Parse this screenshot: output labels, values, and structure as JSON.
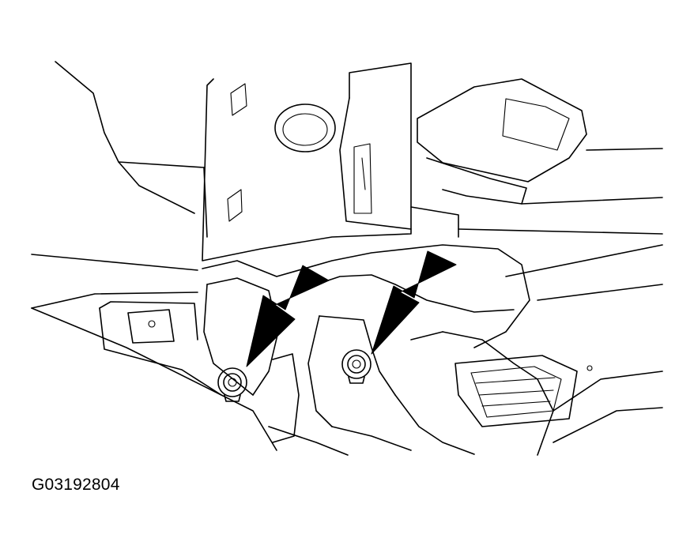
{
  "figure": {
    "id_label": "G03192804"
  },
  "callouts": [
    {
      "name": "left-fastener-arrow",
      "points_to": "left-bolt"
    },
    {
      "name": "right-fastener-arrow",
      "points_to": "right-bolt"
    }
  ],
  "colors": {
    "line": "#000000",
    "background": "#ffffff"
  }
}
